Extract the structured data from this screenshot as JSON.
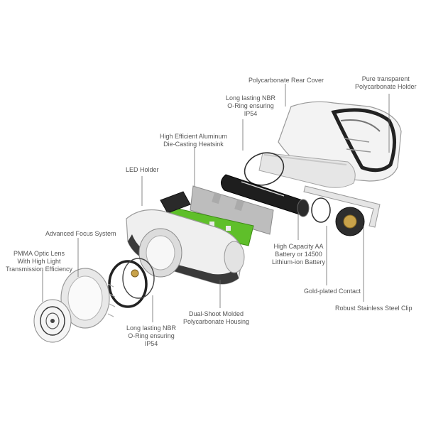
{
  "labels": {
    "rear_cover": "Polycarbonate Rear Cover",
    "holder": [
      "Pure transparent",
      "Polycarbonate Holder"
    ],
    "oring_top": [
      "Long lasting NBR",
      "O-Ring ensuring",
      "IP54"
    ],
    "heatsink": [
      "High Efficient Aluminum",
      "Die-Casting Heatsink"
    ],
    "led_holder": "LED Holder",
    "focus": "Advanced Focus System",
    "lens": [
      "PMMA Optic Lens",
      "With High Light",
      "Transmission Efficiency"
    ],
    "battery": [
      "High Capacity AA",
      "Battery or 14500",
      "Lithium-ion  Battery"
    ],
    "contact": "Gold-plated Contact",
    "clip": "Robust Stainless Steel Clip",
    "housing": [
      "Dual-Shoot Molded",
      "Polycarbonate Housing"
    ],
    "oring_bottom": [
      "Long lasting NBR",
      "O-Ring ensuring",
      "IP54"
    ]
  },
  "colors": {
    "pcb_green": "#5fbf2a",
    "housing_dark": "#3a3a3a",
    "label_text": "#555555",
    "leader_line": "#6a6a6a"
  }
}
